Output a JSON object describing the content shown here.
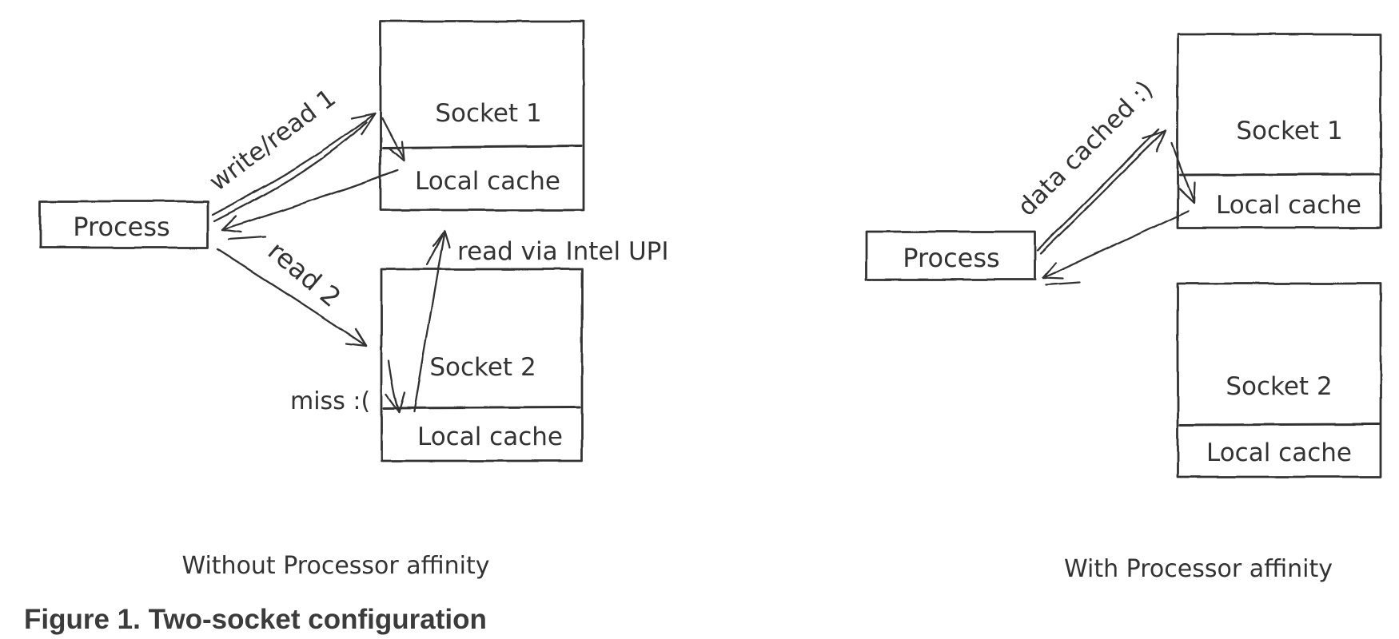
{
  "figure_caption": "Figure 1. Two-socket configuration",
  "left_panel": {
    "caption": "Without Processor affinity",
    "process_label": "Process",
    "socket1": {
      "title": "Socket 1",
      "cache_label": "Local cache"
    },
    "socket2": {
      "title": "Socket 2",
      "cache_label": "Local cache"
    },
    "labels": {
      "write_read": "write/read 1",
      "read2": "read 2",
      "upi": "read via Intel UPI",
      "miss": "miss :("
    }
  },
  "right_panel": {
    "caption": "With Processor affinity",
    "process_label": "Process",
    "socket1": {
      "title": "Socket 1",
      "cache_label": "Local cache"
    },
    "socket2": {
      "title": "Socket 2",
      "cache_label": "Local cache"
    },
    "labels": {
      "data_cached": "data cached :)"
    }
  },
  "colors": {
    "ink": "#333333",
    "figure_caption_text": "#3b3b3b",
    "background": "#ffffff"
  }
}
